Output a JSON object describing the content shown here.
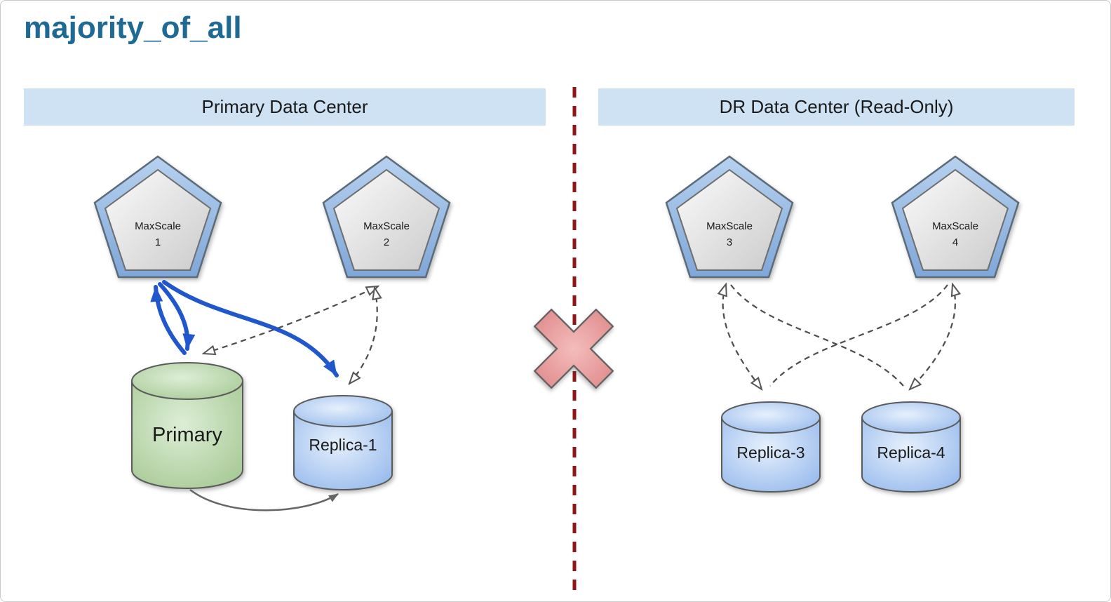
{
  "title": "majority_of_all",
  "primary_dc": {
    "header": "Primary Data Center",
    "maxscales": [
      {
        "name": "MaxScale",
        "number": "1"
      },
      {
        "name": "MaxScale",
        "number": "2"
      }
    ],
    "databases": [
      {
        "label": "Primary"
      },
      {
        "label": "Replica-1"
      }
    ]
  },
  "dr_dc": {
    "header": "DR Data Center (Read-Only)",
    "maxscales": [
      {
        "name": "MaxScale",
        "number": "3"
      },
      {
        "name": "MaxScale",
        "number": "4"
      }
    ],
    "databases": [
      {
        "label": "Replica-3"
      },
      {
        "label": "Replica-4"
      }
    ]
  },
  "colors": {
    "title_text": "#1e6a94",
    "header_band_bg": "#cfe2f3",
    "header_text": "#1a1a1a",
    "pentagon_blue": "#93b9e6",
    "pentagon_inner_gray": "#e3e3e3",
    "db_green": "#b2d4a2",
    "db_blue": "#a3c3ef",
    "arrow_blue": "#2057cc",
    "dashed_arrow_gray": "#4d4d4d",
    "replication_arrow_gray": "#666666",
    "divider_red": "#8e1616",
    "cross_red": "#dd8181"
  }
}
